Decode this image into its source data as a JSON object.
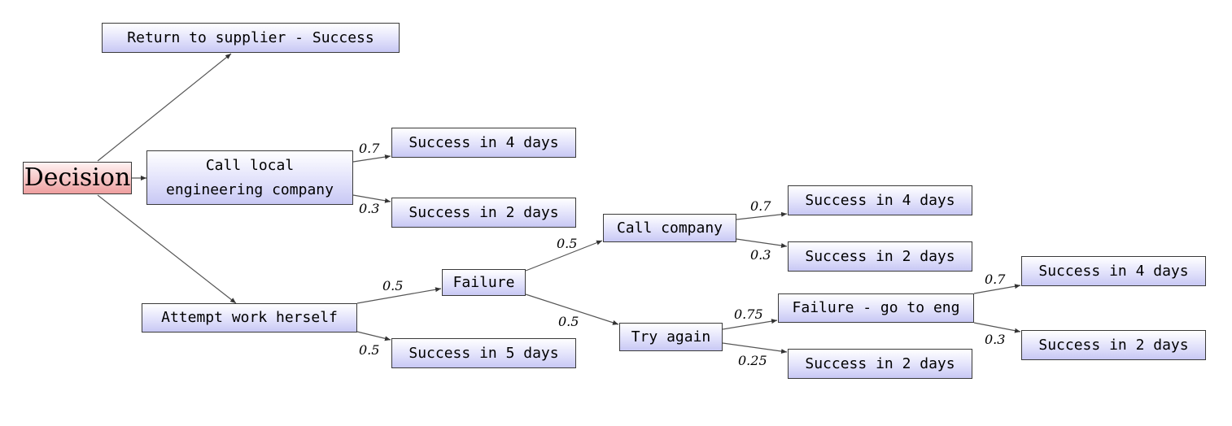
{
  "nodes": {
    "decision": "Decision",
    "return_supplier": "Return to supplier - Success",
    "call_local": "Call local\nengineering company",
    "success_4_days_a": "Success in 4 days",
    "success_2_days_a": "Success in 2 days",
    "attempt_work": "Attempt work herself",
    "success_5_days": "Success in 5 days",
    "failure": "Failure",
    "call_company": "Call company",
    "success_4_days_b": "Success in 4 days",
    "success_2_days_b": "Success in 2 days",
    "try_again": "Try again",
    "failure_go_eng": "Failure - go to eng",
    "success_2_days_c": "Success in 2 days",
    "success_4_days_c": "Success in 4 days",
    "success_2_days_d": "Success in 2 days"
  },
  "probabilities": {
    "call_local_to_4": "0.7",
    "call_local_to_2": "0.3",
    "attempt_to_failure": "0.5",
    "attempt_to_5": "0.5",
    "failure_to_call_company": "0.5",
    "failure_to_try_again": "0.5",
    "call_company_to_4": "0.7",
    "call_company_to_2": "0.3",
    "try_again_to_failure_eng": "0.75",
    "try_again_to_2": "0.25",
    "failure_eng_to_4": "0.7",
    "failure_eng_to_2": "0.3"
  },
  "colors": {
    "root_fill": "#f6c4c4",
    "node_fill": "#e2e2fb",
    "border": "#3a3a3a",
    "edge": "#555555"
  }
}
